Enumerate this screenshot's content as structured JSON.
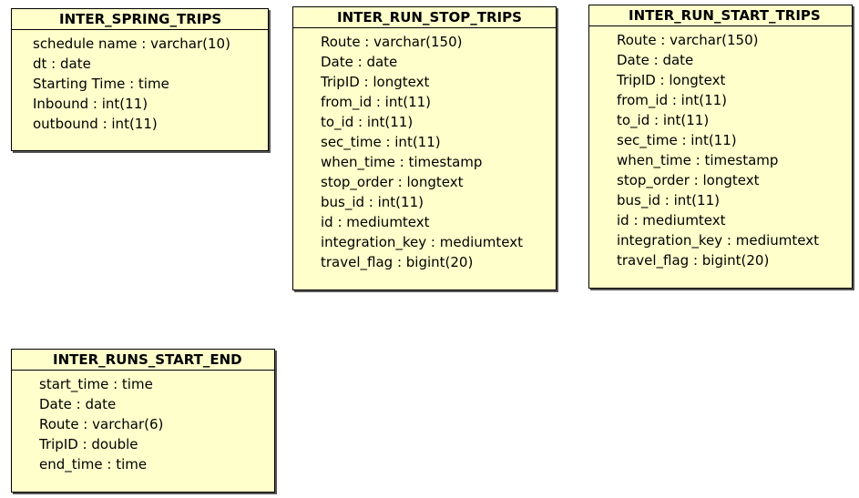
{
  "entities": {
    "inter_spring_trips": {
      "title": "INTER_SPRING_TRIPS",
      "attributes": [
        "schedule name : varchar(10)",
        "dt : date",
        "Starting Time : time",
        "Inbound : int(11)",
        "outbound : int(11)"
      ]
    },
    "inter_run_stop_trips": {
      "title": "INTER_RUN_STOP_TRIPS",
      "attributes": [
        "Route : varchar(150)",
        "Date : date",
        "TripID : longtext",
        "from_id : int(11)",
        "to_id : int(11)",
        "sec_time : int(11)",
        "when_time : timestamp",
        "stop_order : longtext",
        "bus_id : int(11)",
        "id : mediumtext",
        "integration_key : mediumtext",
        "travel_flag : bigint(20)"
      ]
    },
    "inter_run_start_trips": {
      "title": "INTER_RUN_START_TRIPS",
      "attributes": [
        "Route : varchar(150)",
        "Date : date",
        "TripID : longtext",
        "from_id : int(11)",
        "to_id : int(11)",
        "sec_time : int(11)",
        "when_time : timestamp",
        "stop_order : longtext",
        "bus_id : int(11)",
        "id : mediumtext",
        "integration_key : mediumtext",
        "travel_flag : bigint(20)"
      ]
    },
    "inter_runs_start_end": {
      "title": "INTER_RUNS_START_END",
      "attributes": [
        "start_time : time",
        "Date : date",
        "Route : varchar(6)",
        "TripID : double",
        "end_time : time"
      ]
    }
  }
}
